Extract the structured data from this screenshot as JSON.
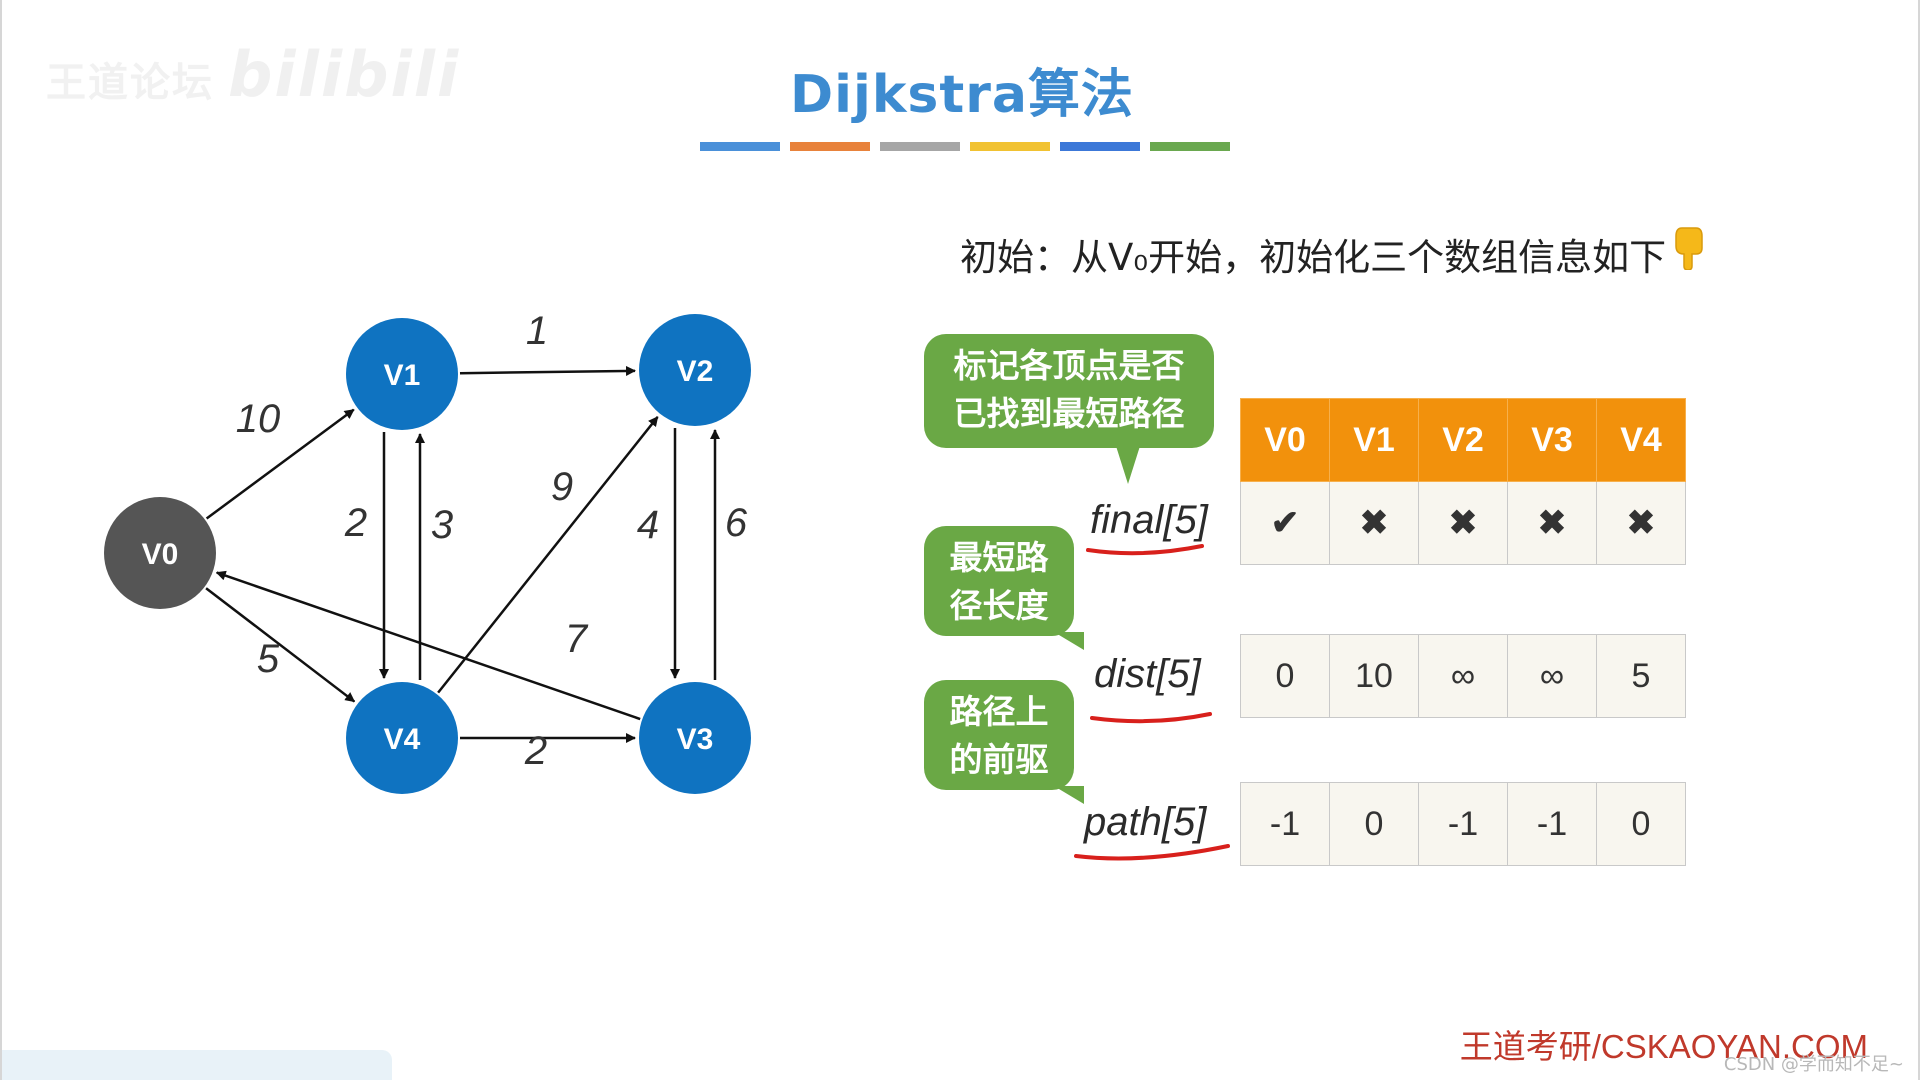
{
  "watermark": {
    "text": "王道论坛",
    "brand": "bilibili"
  },
  "title": "Dijkstra算法",
  "color_bar": [
    "#4a90d9",
    "#e8823b",
    "#a6a6a6",
    "#f1c232",
    "#3c78d8",
    "#6aa84f"
  ],
  "intro": {
    "text": "初始：从V₀开始，初始化三个数组信息如下",
    "pointer_icon": "pointing-down-hand-icon"
  },
  "graph": {
    "nodes": [
      {
        "id": "V0",
        "label": "V0",
        "color": "#555555"
      },
      {
        "id": "V1",
        "label": "V1",
        "color": "#0f73c1"
      },
      {
        "id": "V2",
        "label": "V2",
        "color": "#0f73c1"
      },
      {
        "id": "V3",
        "label": "V3",
        "color": "#0f73c1"
      },
      {
        "id": "V4",
        "label": "V4",
        "color": "#0f73c1"
      }
    ],
    "edges": [
      {
        "from": "V0",
        "to": "V1",
        "weight": "10"
      },
      {
        "from": "V0",
        "to": "V4",
        "weight": "5"
      },
      {
        "from": "V1",
        "to": "V2",
        "weight": "1"
      },
      {
        "from": "V1",
        "to": "V4",
        "weight": "2"
      },
      {
        "from": "V4",
        "to": "V1",
        "weight": "3"
      },
      {
        "from": "V4",
        "to": "V2",
        "weight": "9"
      },
      {
        "from": "V2",
        "to": "V3",
        "weight": "4"
      },
      {
        "from": "V3",
        "to": "V2",
        "weight": "6"
      },
      {
        "from": "V3",
        "to": "V0",
        "weight": "7"
      },
      {
        "from": "V4",
        "to": "V3",
        "weight": "2"
      }
    ]
  },
  "bubbles": {
    "final": [
      "标记各顶点是否",
      "已找到最短路径"
    ],
    "dist": [
      "最短路",
      "径长度"
    ],
    "path": [
      "路径上",
      "的前驱"
    ]
  },
  "labels": {
    "final": "final[5]",
    "dist": "dist[5]",
    "path": "path[5]"
  },
  "table": {
    "headers": [
      "V0",
      "V1",
      "V2",
      "V3",
      "V4"
    ],
    "final": [
      "✔",
      "✖",
      "✖",
      "✖",
      "✖"
    ],
    "dist": [
      "0",
      "10",
      "∞",
      "∞",
      "5"
    ],
    "path": [
      "-1",
      "0",
      "-1",
      "-1",
      "0"
    ]
  },
  "footer": "王道考研/CSKAOYAN.COM",
  "credit": "CSDN @学而知不足~"
}
